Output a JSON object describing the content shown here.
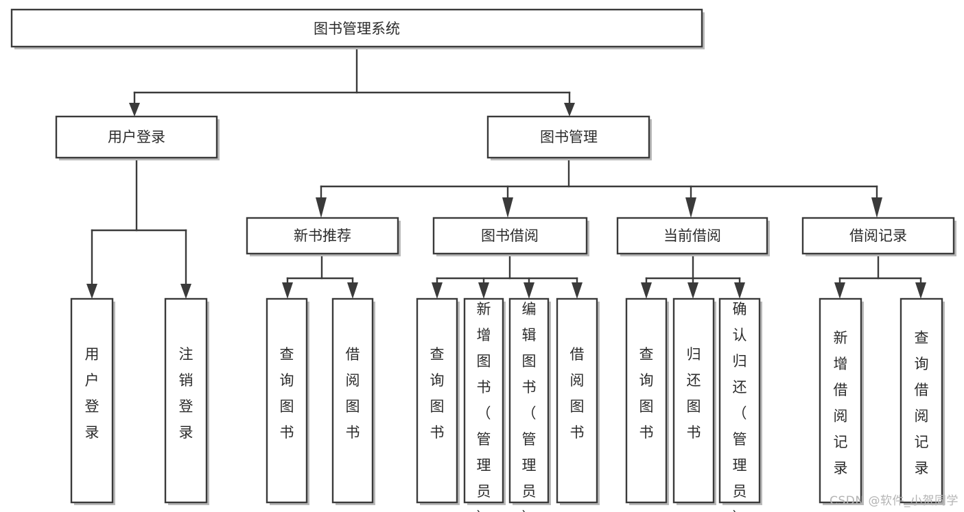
{
  "diagram": {
    "title": "图书管理系统",
    "type": "tree-hierarchy",
    "watermark": "CSDN @软件_小贺同学",
    "colors": {
      "box_fill": "#ffffff",
      "box_stroke": "#3a3a3a",
      "text": "#2b2b2b",
      "watermark": "#b4b4b4",
      "background": "#ffffff"
    },
    "root": {
      "label": "图书管理系统"
    },
    "level2": [
      {
        "label": "用户登录"
      },
      {
        "label": "图书管理"
      }
    ],
    "level3": [
      {
        "label": "新书推荐"
      },
      {
        "label": "图书借阅"
      },
      {
        "label": "当前借阅"
      },
      {
        "label": "借阅记录"
      }
    ],
    "leaves": {
      "user_login": [
        {
          "label": "用户登录"
        },
        {
          "label": "注销登录"
        }
      ],
      "new_book_recommend": [
        {
          "label": "查询图书"
        },
        {
          "label": "借阅图书"
        }
      ],
      "book_borrow": [
        {
          "label": "查询图书"
        },
        {
          "label": "新增图书（管理员）"
        },
        {
          "label": "编辑图书（管理员）"
        },
        {
          "label": "借阅图书"
        }
      ],
      "current_borrow": [
        {
          "label": "查询图书"
        },
        {
          "label": "归还图书"
        },
        {
          "label": "确认归还（管理员）"
        }
      ],
      "borrow_record": [
        {
          "label": "新增借阅记录"
        },
        {
          "label": "查询借阅记录"
        }
      ]
    }
  }
}
